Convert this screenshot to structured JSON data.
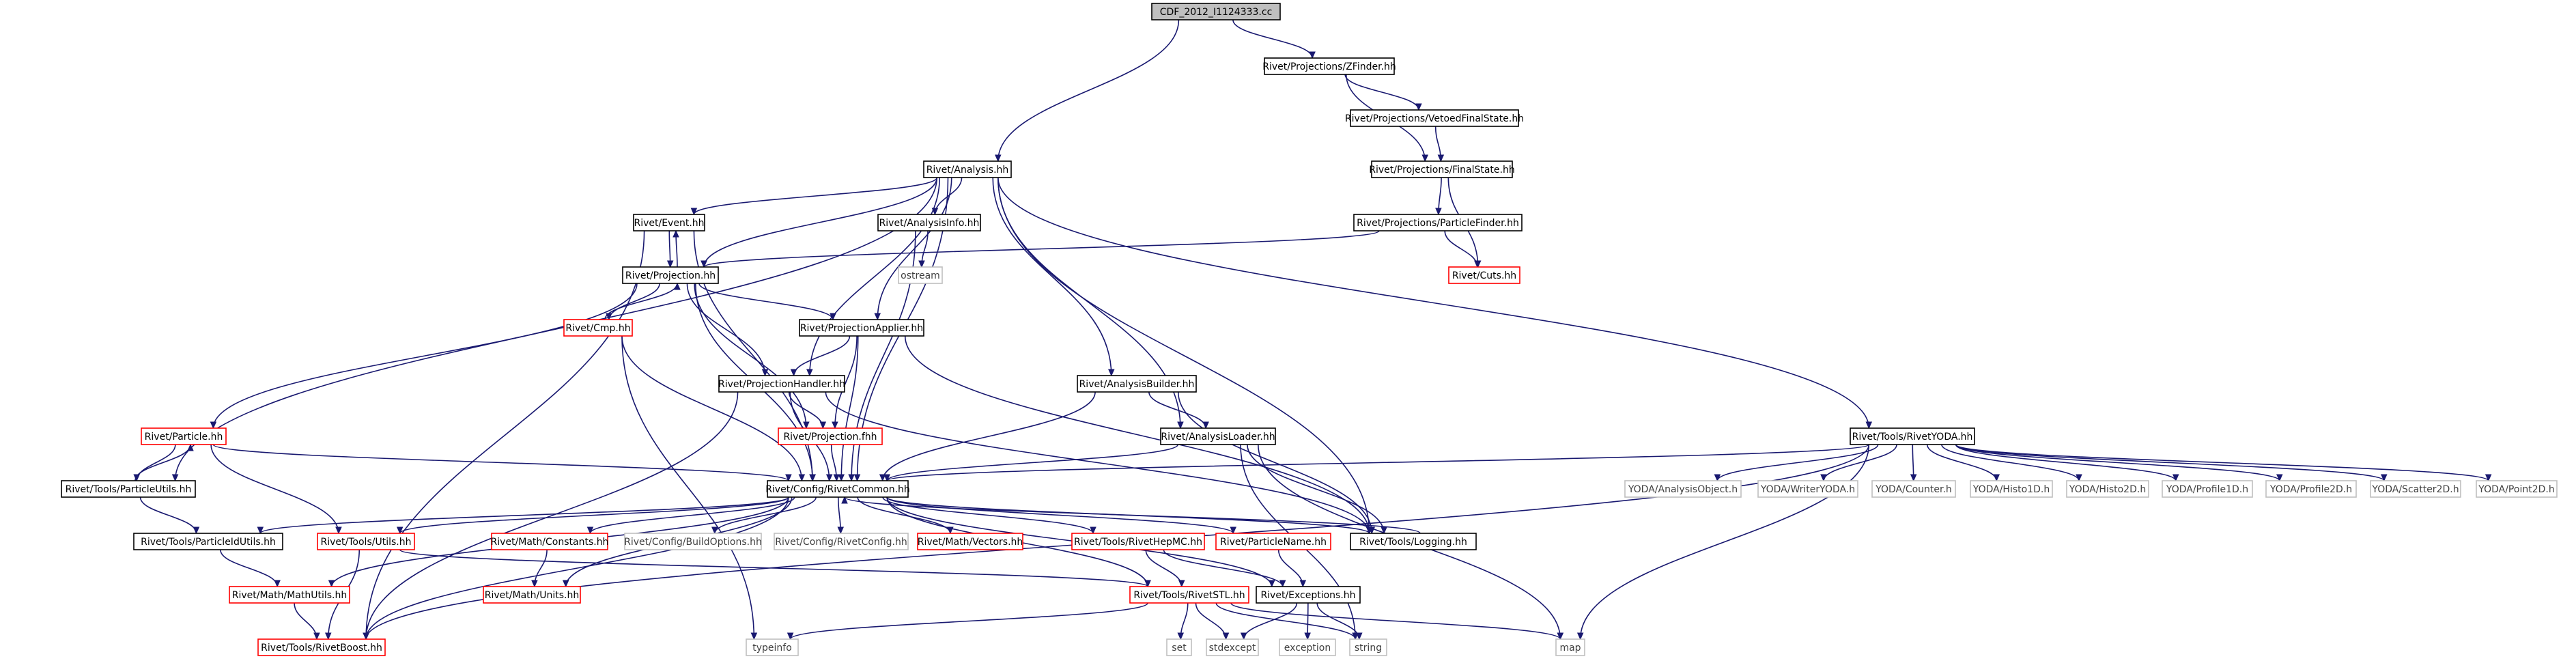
{
  "palette": {
    "root_fill": "#bfbfbf",
    "node_fill": "#ffffff",
    "border_black": "#000000",
    "border_red": "#ff0000",
    "border_gray": "#bfbfbf",
    "text_normal": "#000000",
    "text_external": "#404040",
    "edge": "#191970"
  },
  "nodes": [
    {
      "id": "root",
      "label": "CDF_2012_I1124333.cc",
      "kind": "root"
    },
    {
      "id": "zfinder",
      "label": "Rivet/Projections/ZFinder.hh",
      "kind": "normal"
    },
    {
      "id": "vetoed",
      "label": "Rivet/Projections/VetoedFinalState.hh",
      "kind": "normal"
    },
    {
      "id": "finalstate",
      "label": "Rivet/Projections/FinalState.hh",
      "kind": "normal"
    },
    {
      "id": "analysis",
      "label": "Rivet/Analysis.hh",
      "kind": "normal"
    },
    {
      "id": "partfinder",
      "label": "Rivet/Projections/ParticleFinder.hh",
      "kind": "normal"
    },
    {
      "id": "event",
      "label": "Rivet/Event.hh",
      "kind": "normal"
    },
    {
      "id": "anainfo",
      "label": "Rivet/AnalysisInfo.hh",
      "kind": "normal"
    },
    {
      "id": "projection",
      "label": "Rivet/Projection.hh",
      "kind": "normal"
    },
    {
      "id": "ostream",
      "label": "ostream",
      "kind": "external"
    },
    {
      "id": "cuts",
      "label": "Rivet/Cuts.hh",
      "kind": "truncated"
    },
    {
      "id": "cmp",
      "label": "Rivet/Cmp.hh",
      "kind": "truncated"
    },
    {
      "id": "projapplier",
      "label": "Rivet/ProjectionApplier.hh",
      "kind": "normal"
    },
    {
      "id": "anabuilder",
      "label": "Rivet/AnalysisBuilder.hh",
      "kind": "normal"
    },
    {
      "id": "projhandler",
      "label": "Rivet/ProjectionHandler.hh",
      "kind": "normal"
    },
    {
      "id": "rivetyoda",
      "label": "Rivet/Tools/RivetYODA.hh",
      "kind": "normal"
    },
    {
      "id": "particle",
      "label": "Rivet/Particle.hh",
      "kind": "truncated"
    },
    {
      "id": "projfhh",
      "label": "Rivet/Projection.fhh",
      "kind": "truncated"
    },
    {
      "id": "analoader",
      "label": "Rivet/AnalysisLoader.hh",
      "kind": "normal"
    },
    {
      "id": "partutils",
      "label": "Rivet/Tools/ParticleUtils.hh",
      "kind": "normal"
    },
    {
      "id": "common",
      "label": "Rivet/Config/RivetCommon.hh",
      "kind": "normal"
    },
    {
      "id": "yodaobj",
      "label": "YODA/AnalysisObject.h",
      "kind": "external"
    },
    {
      "id": "yodawriter",
      "label": "YODA/WriterYODA.h",
      "kind": "external"
    },
    {
      "id": "yodacounter",
      "label": "YODA/Counter.h",
      "kind": "external"
    },
    {
      "id": "yodah1",
      "label": "YODA/Histo1D.h",
      "kind": "external"
    },
    {
      "id": "yodah2",
      "label": "YODA/Histo2D.h",
      "kind": "external"
    },
    {
      "id": "yodap1",
      "label": "YODA/Profile1D.h",
      "kind": "external"
    },
    {
      "id": "yodap2",
      "label": "YODA/Profile2D.h",
      "kind": "external"
    },
    {
      "id": "yodas2",
      "label": "YODA/Scatter2D.h",
      "kind": "external"
    },
    {
      "id": "yodapt2",
      "label": "YODA/Point2D.h",
      "kind": "external"
    },
    {
      "id": "pidutils",
      "label": "Rivet/Tools/ParticleIdUtils.hh",
      "kind": "normal"
    },
    {
      "id": "toolsutils",
      "label": "Rivet/Tools/Utils.hh",
      "kind": "truncated"
    },
    {
      "id": "mathconst",
      "label": "Rivet/Math/Constants.hh",
      "kind": "truncated"
    },
    {
      "id": "buildopts",
      "label": "Rivet/Config/BuildOptions.hh",
      "kind": "external"
    },
    {
      "id": "rivetconfig",
      "label": "Rivet/Config/RivetConfig.hh",
      "kind": "external"
    },
    {
      "id": "vectors",
      "label": "Rivet/Math/Vectors.hh",
      "kind": "truncated"
    },
    {
      "id": "hepmc",
      "label": "Rivet/Tools/RivetHepMC.hh",
      "kind": "truncated"
    },
    {
      "id": "pname",
      "label": "Rivet/ParticleName.hh",
      "kind": "truncated"
    },
    {
      "id": "logging",
      "label": "Rivet/Tools/Logging.hh",
      "kind": "normal"
    },
    {
      "id": "mathutils",
      "label": "Rivet/Math/MathUtils.hh",
      "kind": "truncated"
    },
    {
      "id": "units",
      "label": "Rivet/Math/Units.hh",
      "kind": "truncated"
    },
    {
      "id": "stl",
      "label": "Rivet/Tools/RivetSTL.hh",
      "kind": "truncated"
    },
    {
      "id": "exceptions",
      "label": "Rivet/Exceptions.hh",
      "kind": "normal"
    },
    {
      "id": "boost",
      "label": "Rivet/Tools/RivetBoost.hh",
      "kind": "truncated"
    },
    {
      "id": "typeinfo",
      "label": "typeinfo",
      "kind": "external"
    },
    {
      "id": "set",
      "label": "set",
      "kind": "external"
    },
    {
      "id": "stdexcept",
      "label": "stdexcept",
      "kind": "external"
    },
    {
      "id": "exception",
      "label": "exception",
      "kind": "external"
    },
    {
      "id": "string",
      "label": "string",
      "kind": "external"
    },
    {
      "id": "map",
      "label": "map",
      "kind": "external"
    }
  ],
  "edges": [
    [
      "root",
      "zfinder"
    ],
    [
      "root",
      "analysis"
    ],
    [
      "zfinder",
      "vetoed"
    ],
    [
      "zfinder",
      "finalstate"
    ],
    [
      "vetoed",
      "finalstate"
    ],
    [
      "finalstate",
      "partfinder"
    ],
    [
      "finalstate",
      "cuts"
    ],
    [
      "partfinder",
      "projection"
    ],
    [
      "partfinder",
      "cuts"
    ],
    [
      "analysis",
      "event"
    ],
    [
      "analysis",
      "anainfo"
    ],
    [
      "analysis",
      "projection"
    ],
    [
      "analysis",
      "projapplier"
    ],
    [
      "analysis",
      "projhandler"
    ],
    [
      "analysis",
      "anabuilder"
    ],
    [
      "analysis",
      "analoader"
    ],
    [
      "analysis",
      "rivetyoda"
    ],
    [
      "analysis",
      "partutils"
    ],
    [
      "analysis",
      "common"
    ],
    [
      "analysis",
      "logging"
    ],
    [
      "event",
      "projection"
    ],
    [
      "event",
      "common"
    ],
    [
      "event",
      "boost"
    ],
    [
      "projection",
      "event"
    ],
    [
      "projection",
      "cmp"
    ],
    [
      "projection",
      "projapplier"
    ],
    [
      "projection",
      "projhandler"
    ],
    [
      "projection",
      "particle"
    ],
    [
      "projection",
      "projfhh"
    ],
    [
      "projection",
      "common"
    ],
    [
      "anainfo",
      "ostream"
    ],
    [
      "anainfo",
      "common"
    ],
    [
      "cmp",
      "projection"
    ],
    [
      "cmp",
      "common"
    ],
    [
      "cmp",
      "typeinfo"
    ],
    [
      "projapplier",
      "projhandler"
    ],
    [
      "projapplier",
      "projfhh"
    ],
    [
      "projapplier",
      "common"
    ],
    [
      "projapplier",
      "logging"
    ],
    [
      "anabuilder",
      "analoader"
    ],
    [
      "anabuilder",
      "common"
    ],
    [
      "anabuilder",
      "logging"
    ],
    [
      "projhandler",
      "projfhh"
    ],
    [
      "projhandler",
      "common"
    ],
    [
      "projhandler",
      "logging"
    ],
    [
      "projhandler",
      "boost"
    ],
    [
      "analoader",
      "common"
    ],
    [
      "analoader",
      "logging"
    ],
    [
      "analoader",
      "map"
    ],
    [
      "analoader",
      "string"
    ],
    [
      "rivetyoda",
      "common"
    ],
    [
      "rivetyoda",
      "yodaobj"
    ],
    [
      "rivetyoda",
      "yodawriter"
    ],
    [
      "rivetyoda",
      "yodacounter"
    ],
    [
      "rivetyoda",
      "yodah1"
    ],
    [
      "rivetyoda",
      "yodah2"
    ],
    [
      "rivetyoda",
      "yodap1"
    ],
    [
      "rivetyoda",
      "yodap2"
    ],
    [
      "rivetyoda",
      "yodas2"
    ],
    [
      "rivetyoda",
      "yodapt2"
    ],
    [
      "rivetyoda",
      "boost"
    ],
    [
      "rivetyoda",
      "map"
    ],
    [
      "particle",
      "partutils"
    ],
    [
      "particle",
      "common"
    ],
    [
      "particle",
      "toolsutils"
    ],
    [
      "partutils",
      "particle"
    ],
    [
      "partutils",
      "pidutils"
    ],
    [
      "projfhh",
      "common"
    ],
    [
      "common",
      "pidutils"
    ],
    [
      "common",
      "toolsutils"
    ],
    [
      "common",
      "mathconst"
    ],
    [
      "common",
      "buildopts"
    ],
    [
      "common",
      "rivetconfig"
    ],
    [
      "common",
      "vectors"
    ],
    [
      "common",
      "hepmc"
    ],
    [
      "common",
      "pname"
    ],
    [
      "common",
      "logging"
    ],
    [
      "common",
      "mathutils"
    ],
    [
      "common",
      "units"
    ],
    [
      "common",
      "stl"
    ],
    [
      "common",
      "exceptions"
    ],
    [
      "common",
      "boost"
    ],
    [
      "logging",
      "common"
    ],
    [
      "pidutils",
      "mathutils"
    ],
    [
      "toolsutils",
      "boost"
    ],
    [
      "toolsutils",
      "stl"
    ],
    [
      "mathconst",
      "units"
    ],
    [
      "hepmc",
      "stl"
    ],
    [
      "hepmc",
      "exceptions"
    ],
    [
      "pname",
      "exceptions"
    ],
    [
      "mathutils",
      "boost"
    ],
    [
      "stl",
      "typeinfo"
    ],
    [
      "stl",
      "set"
    ],
    [
      "stl",
      "stdexcept"
    ],
    [
      "stl",
      "string"
    ],
    [
      "stl",
      "map"
    ],
    [
      "exceptions",
      "stdexcept"
    ],
    [
      "exceptions",
      "exception"
    ],
    [
      "exceptions",
      "string"
    ]
  ]
}
